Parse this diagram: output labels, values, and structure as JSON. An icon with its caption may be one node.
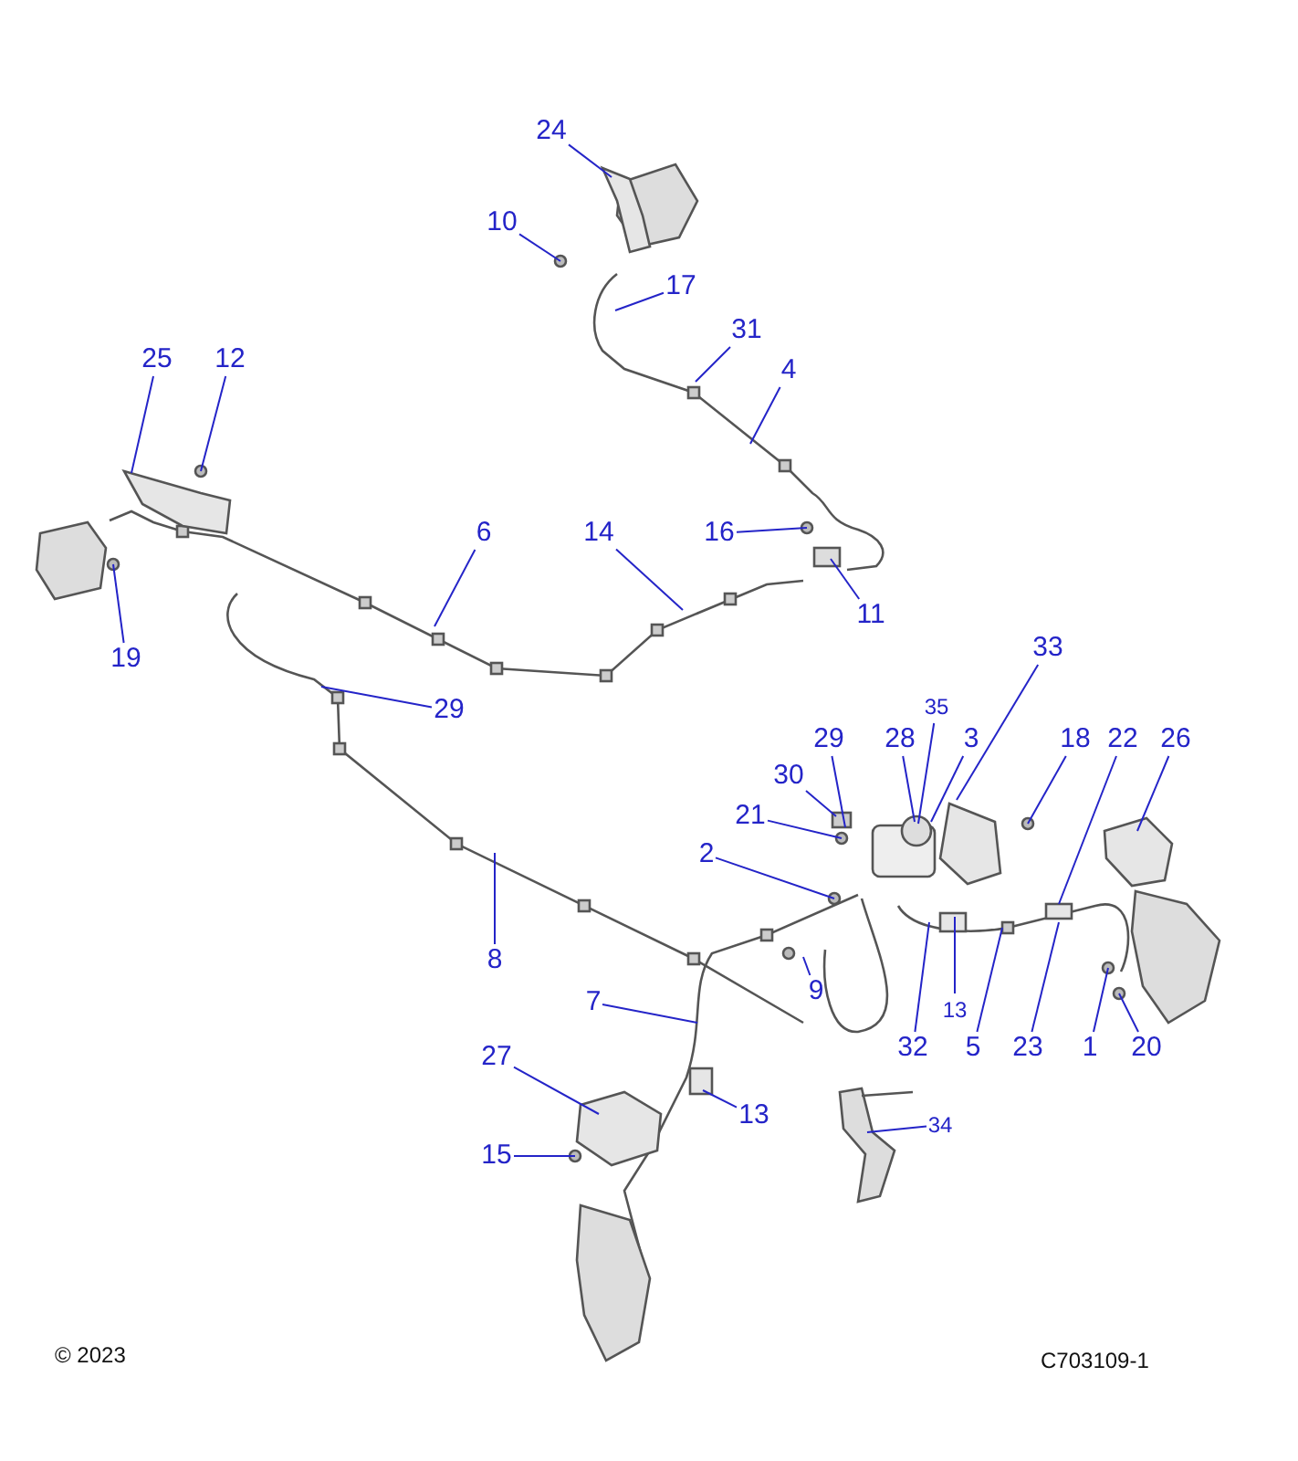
{
  "diagram": {
    "nodes": [
      {
        "text": [
          "24"
        ]
      },
      {
        "text": [
          "10"
        ]
      },
      {
        "text": [
          "17"
        ]
      },
      {
        "text": [
          "31"
        ]
      },
      {
        "text": [
          "4"
        ]
      },
      {
        "text": [
          "25"
        ]
      },
      {
        "text": [
          "12"
        ]
      },
      {
        "text": [
          "6"
        ]
      },
      {
        "text": [
          "14"
        ]
      },
      {
        "text": [
          "16"
        ]
      },
      {
        "text": [
          "11"
        ]
      },
      {
        "text": [
          "19"
        ]
      },
      {
        "text": [
          "29"
        ]
      },
      {
        "text": [
          "33"
        ]
      },
      {
        "text": [
          "35"
        ]
      },
      {
        "text": [
          "29"
        ]
      },
      {
        "text": [
          "28"
        ]
      },
      {
        "text": [
          "3"
        ]
      },
      {
        "text": [
          "18"
        ]
      },
      {
        "text": [
          "22"
        ]
      },
      {
        "text": [
          "26"
        ]
      },
      {
        "text": [
          "30"
        ]
      },
      {
        "text": [
          "21"
        ]
      },
      {
        "text": [
          "2"
        ]
      },
      {
        "text": [
          "8"
        ]
      },
      {
        "text": [
          "9"
        ]
      },
      {
        "text": [
          "13"
        ]
      },
      {
        "text": [
          "7"
        ]
      },
      {
        "text": [
          "32"
        ]
      },
      {
        "text": [
          "5"
        ]
      },
      {
        "text": [
          "23"
        ]
      },
      {
        "text": [
          "1"
        ]
      },
      {
        "text": [
          "20"
        ]
      },
      {
        "text": [
          "27"
        ]
      },
      {
        "text": [
          "13"
        ]
      },
      {
        "text": [
          "15"
        ]
      },
      {
        "text": [
          "34"
        ]
      }
    ],
    "edges": [
      {
        "from": 0,
        "to": null,
        "arrow": "none"
      },
      {
        "from": 1,
        "to": null,
        "arrow": "none"
      },
      {
        "from": 2,
        "to": null,
        "arrow": "none"
      },
      {
        "from": 3,
        "to": null,
        "arrow": "none"
      },
      {
        "from": 4,
        "to": null,
        "arrow": "none"
      },
      {
        "from": 5,
        "to": null,
        "arrow": "none"
      },
      {
        "from": 6,
        "to": null,
        "arrow": "none"
      },
      {
        "from": 7,
        "to": null,
        "arrow": "none"
      },
      {
        "from": 8,
        "to": null,
        "arrow": "none"
      },
      {
        "from": 9,
        "to": null,
        "arrow": "none"
      },
      {
        "from": 10,
        "to": null,
        "arrow": "none"
      },
      {
        "from": 11,
        "to": null,
        "arrow": "none"
      },
      {
        "from": 12,
        "to": null,
        "arrow": "none"
      },
      {
        "from": 13,
        "to": null,
        "arrow": "none"
      },
      {
        "from": 14,
        "to": null,
        "arrow": "none"
      },
      {
        "from": 15,
        "to": null,
        "arrow": "none"
      },
      {
        "from": 16,
        "to": null,
        "arrow": "none"
      },
      {
        "from": 17,
        "to": null,
        "arrow": "none"
      },
      {
        "from": 18,
        "to": null,
        "arrow": "none"
      },
      {
        "from": 19,
        "to": null,
        "arrow": "none"
      },
      {
        "from": 20,
        "to": null,
        "arrow": "none"
      },
      {
        "from": 21,
        "to": null,
        "arrow": "none"
      },
      {
        "from": 22,
        "to": null,
        "arrow": "none"
      },
      {
        "from": 23,
        "to": null,
        "arrow": "none"
      },
      {
        "from": 24,
        "to": null,
        "arrow": "none"
      },
      {
        "from": 25,
        "to": null,
        "arrow": "none"
      },
      {
        "from": 26,
        "to": null,
        "arrow": "none"
      },
      {
        "from": 27,
        "to": null,
        "arrow": "none"
      },
      {
        "from": 28,
        "to": null,
        "arrow": "none"
      },
      {
        "from": 29,
        "to": null,
        "arrow": "none"
      },
      {
        "from": 30,
        "to": null,
        "arrow": "none"
      },
      {
        "from": 31,
        "to": null,
        "arrow": "none"
      },
      {
        "from": 32,
        "to": null,
        "arrow": "none"
      },
      {
        "from": 33,
        "to": null,
        "arrow": "none"
      },
      {
        "from": 34,
        "to": null,
        "arrow": "none"
      },
      {
        "from": 35,
        "to": null,
        "arrow": "none"
      },
      {
        "from": 36,
        "to": null,
        "arrow": "none"
      }
    ],
    "labels": [
      "© 2023",
      "C703109-1"
    ]
  }
}
